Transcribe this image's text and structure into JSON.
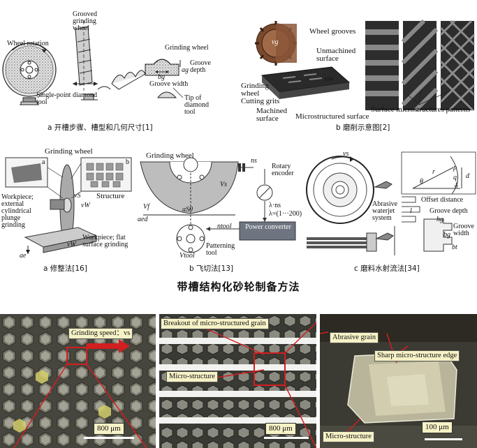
{
  "main_title": "带槽结构化砂轮制备方法",
  "row1": {
    "panel_a": {
      "wheel_rotation": "Wheel rotation",
      "grooved_grinding_wheel": "Grooved grinding wheel",
      "single_point_diamond_tool": "Single-point diamond tool",
      "grinding_wheel": "Grinding wheel",
      "groove_depth": "Groove depth",
      "groove_width": "Groove width",
      "tip_of_diamond_tool": "Tip of diamond tool",
      "bg": "bg",
      "ag": "ag",
      "caption": "a 开槽步骤、槽型和几何尺寸[1]"
    },
    "panel_b": {
      "wheel_grooves": "Wheel grooves",
      "unmachined_surface": "Unmachined surface",
      "grinding_wheel": "Grinding wheel",
      "cutting_grits": "Cutting grits",
      "machined_surface": "Machined surface",
      "microstructured_surface": "Microstructured surface",
      "surface_microstructures_patterns": "Surface microstructures patterns",
      "vg": "vg",
      "vw": "vw",
      "caption": "b 磨削示意图[2]"
    }
  },
  "row2": {
    "panel_a": {
      "grinding_wheel": "Grinding wheel",
      "a": "a",
      "b": "b",
      "vs": "vS",
      "vw": "vW",
      "vw2": "vW",
      "structure": "Structure",
      "workpiece_ext": "Workpiece; external cylindrical plunge grinding",
      "workpiece_flat": "Workpiece; flat surface grinding",
      "ae": "ae",
      "caption": "a 修整法[16]"
    },
    "panel_b": {
      "grinding_wheel": "Grinding wheel",
      "ns": "ns",
      "rotary_encoder": "Rotary encoder",
      "lambda_ns": "λ·ns",
      "lambda_range": "λ=(1···200)",
      "vs": "Vs",
      "vf": "Vf",
      "aed": "aed",
      "as0": "aS0",
      "ntool": "ntool",
      "power_converter": "Power converter",
      "patterning_tool": "Patterning tool",
      "vtool": "Vtool",
      "caption": "b 飞切法[13]"
    },
    "panel_c": {
      "vs": "vs",
      "r": "r",
      "theta": "θ",
      "p": "p",
      "q": "q",
      "delta": "δ",
      "d": "d",
      "offset_distance": "Offset distance",
      "groove_depth": "Groove depth",
      "groove_width": "Groove width",
      "abrasive_waterjet_system": "Abrasive waterjet system",
      "l": "l",
      "hg": "hg",
      "bg": "bg",
      "bt": "bt",
      "caption": "c 磨料水射流法[34]"
    }
  },
  "photos": {
    "p1": {
      "grinding_speed": "Grinding speed：vs",
      "scale": "800 μm"
    },
    "p2": {
      "breakout": "Breakout of micro-structured grain",
      "micro_structure": "Micro-structure",
      "scale": "800 μm"
    },
    "p3": {
      "abrasive_grain": "Abrasive grain",
      "sharp_edge": "Sharp micro-structure edge",
      "micro_structure": "Micro-structure",
      "scale": "100 μm"
    }
  },
  "colors": {
    "accent_red": "#d21f1f",
    "label_bg": "#f6f2c6",
    "photo_dark": "#2b2b26"
  }
}
